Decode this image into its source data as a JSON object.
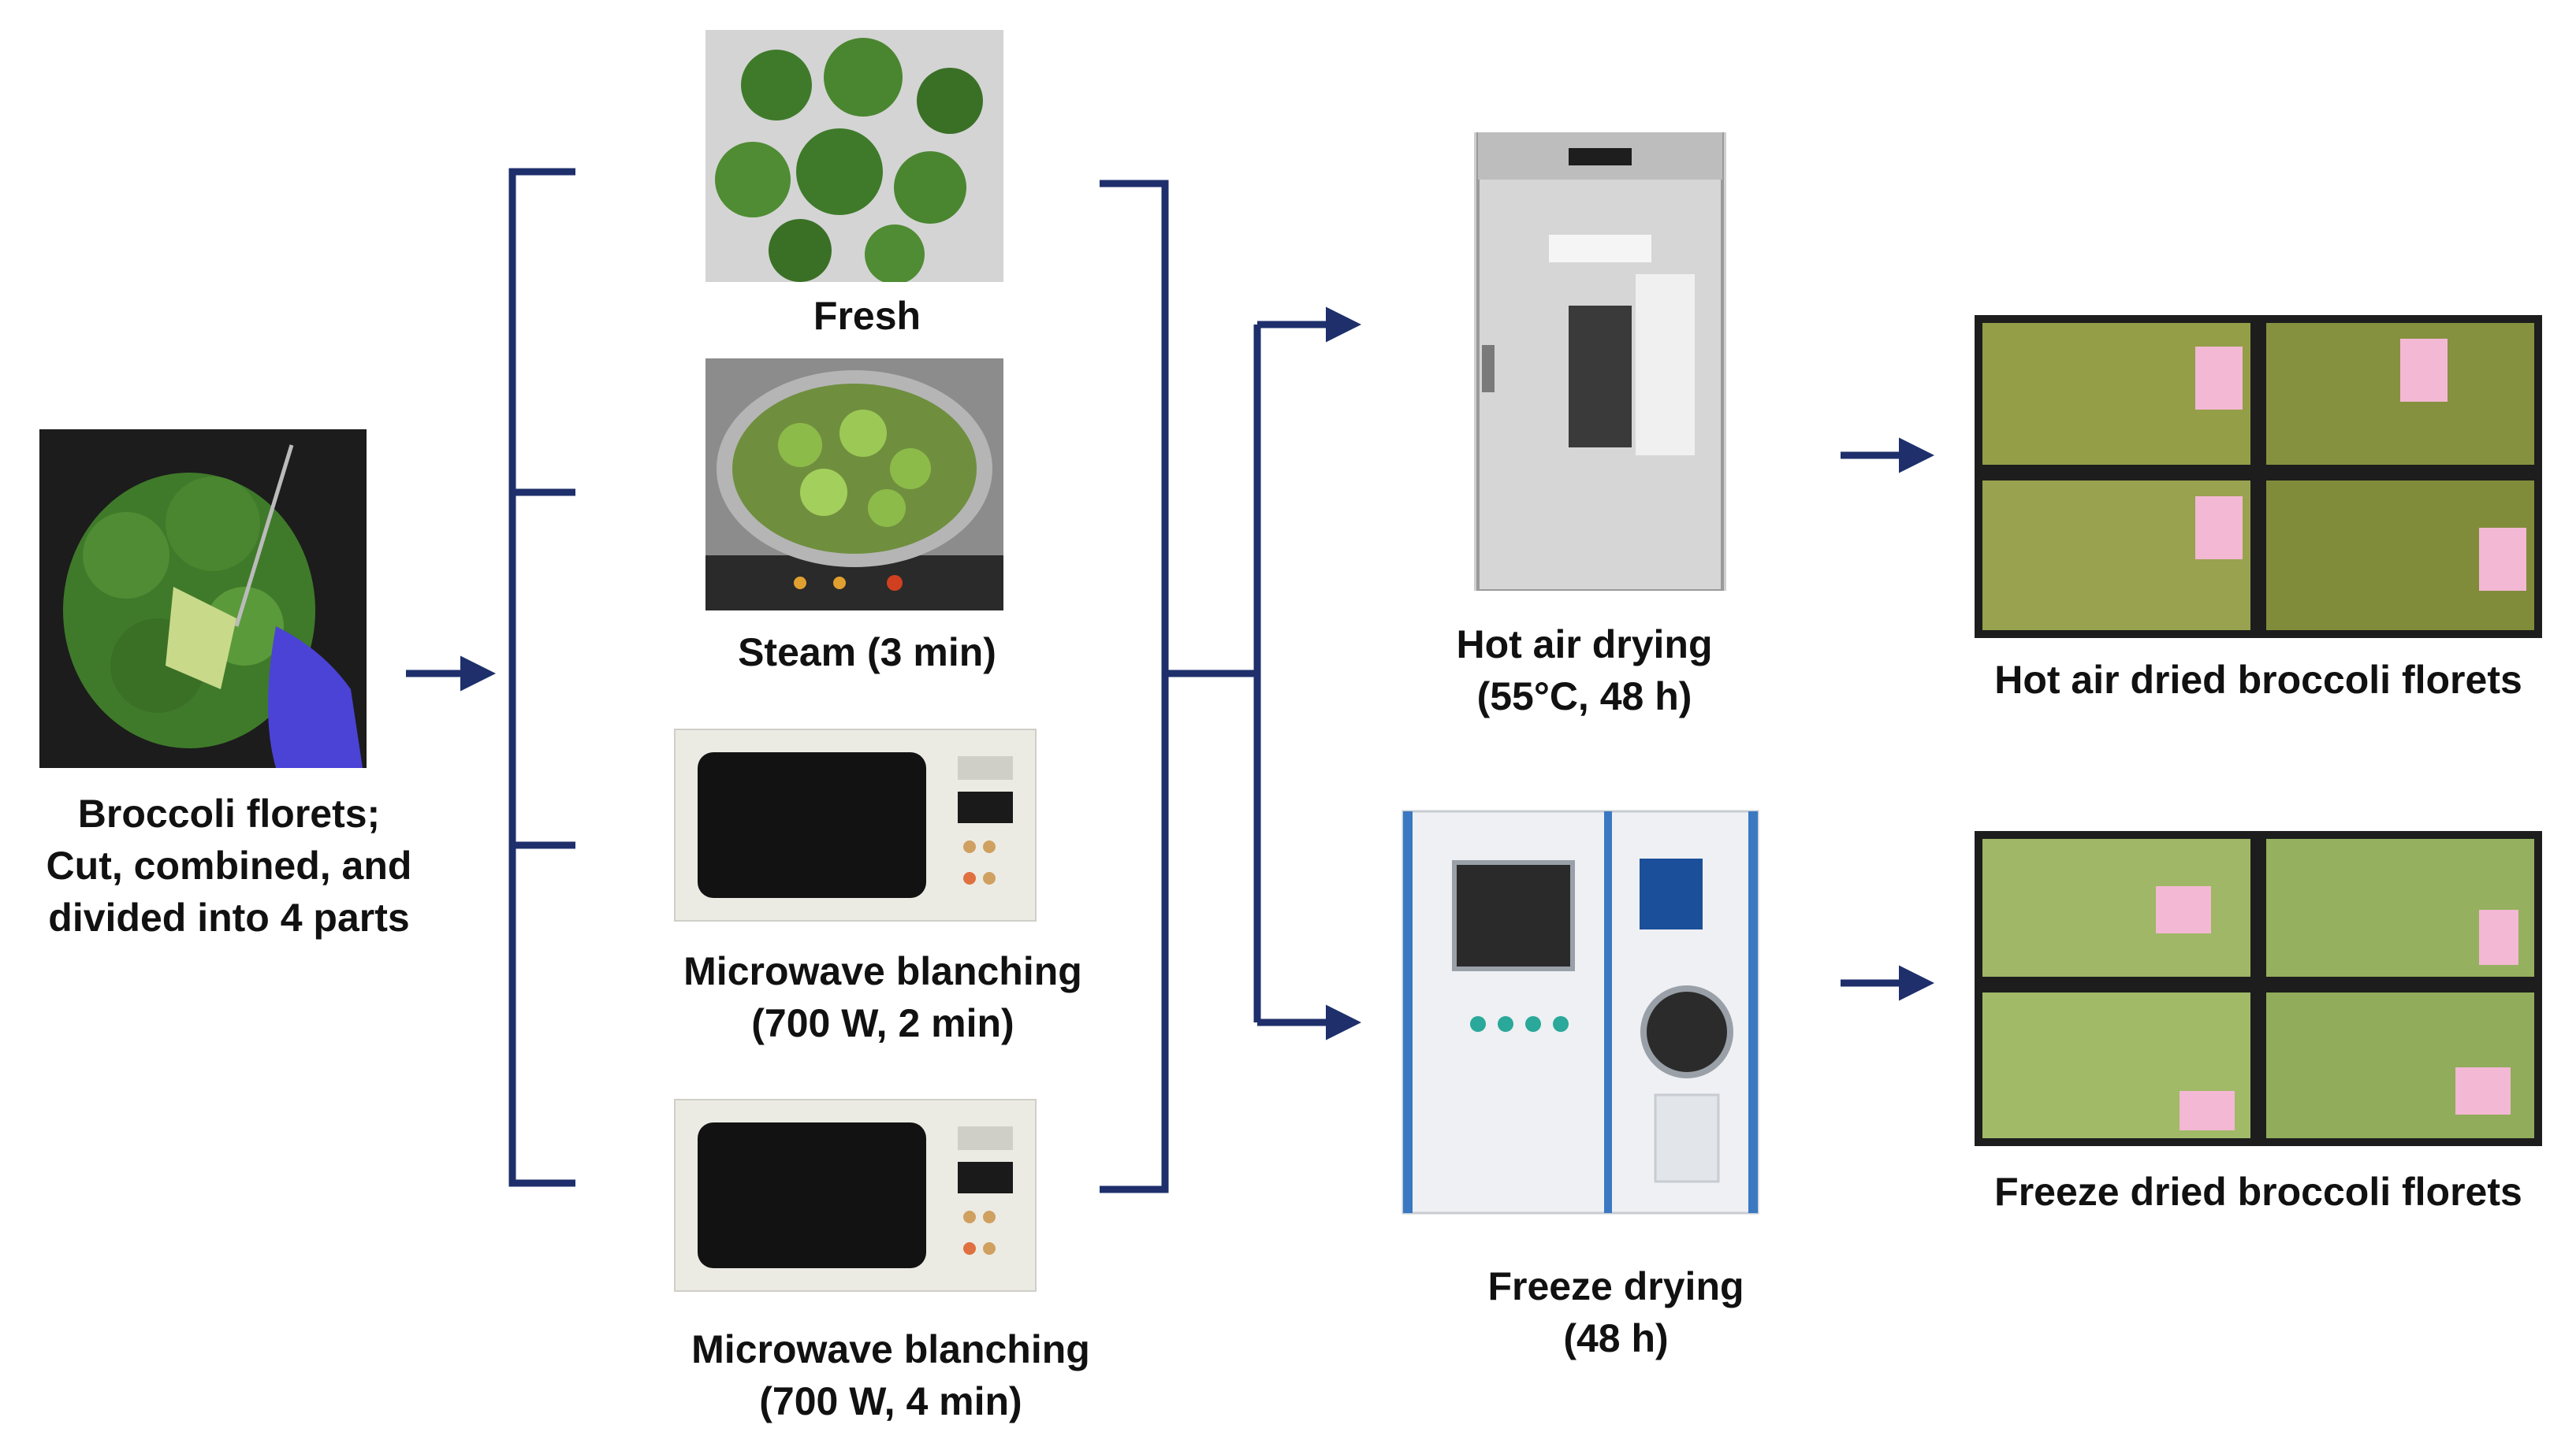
{
  "colors": {
    "connector": "#1e2f6b",
    "broccoli": "#3f7a2a",
    "glove": "#4b43d6",
    "dried": "#9aa54a",
    "label_pink": "#f3b8d4"
  },
  "start": {
    "label_lines": [
      "Broccoli florets;",
      "Cut, combined, and",
      "divided into 4 parts"
    ],
    "photo_icon": "broccoli-cutting-photo"
  },
  "treatments": [
    {
      "label_lines": [
        "Fresh"
      ],
      "photo_icon": "fresh-broccoli-photo"
    },
    {
      "label_lines": [
        "Steam (3 min)"
      ],
      "photo_icon": "steamer-photo"
    },
    {
      "label_lines": [
        "Microwave blanching",
        "(700 W, 2 min)"
      ],
      "photo_icon": "microwave-photo"
    },
    {
      "label_lines": [
        "Microwave blanching",
        "(700 W, 4 min)"
      ],
      "photo_icon": "microwave-photo"
    }
  ],
  "drying": [
    {
      "label_lines": [
        "Hot air drying",
        "(55°C, 48 h)"
      ],
      "photo_icon": "hot-air-dryer-photo"
    },
    {
      "label_lines": [
        "Freeze drying",
        "(48 h)"
      ],
      "photo_icon": "freeze-dryer-photo"
    }
  ],
  "products": [
    {
      "label_lines": [
        "Hot air dried broccoli florets"
      ],
      "photo_icon": "dried-broccoli-bags-photo"
    },
    {
      "label_lines": [
        "Freeze dried broccoli florets"
      ],
      "photo_icon": "dried-broccoli-bags-photo"
    }
  ]
}
